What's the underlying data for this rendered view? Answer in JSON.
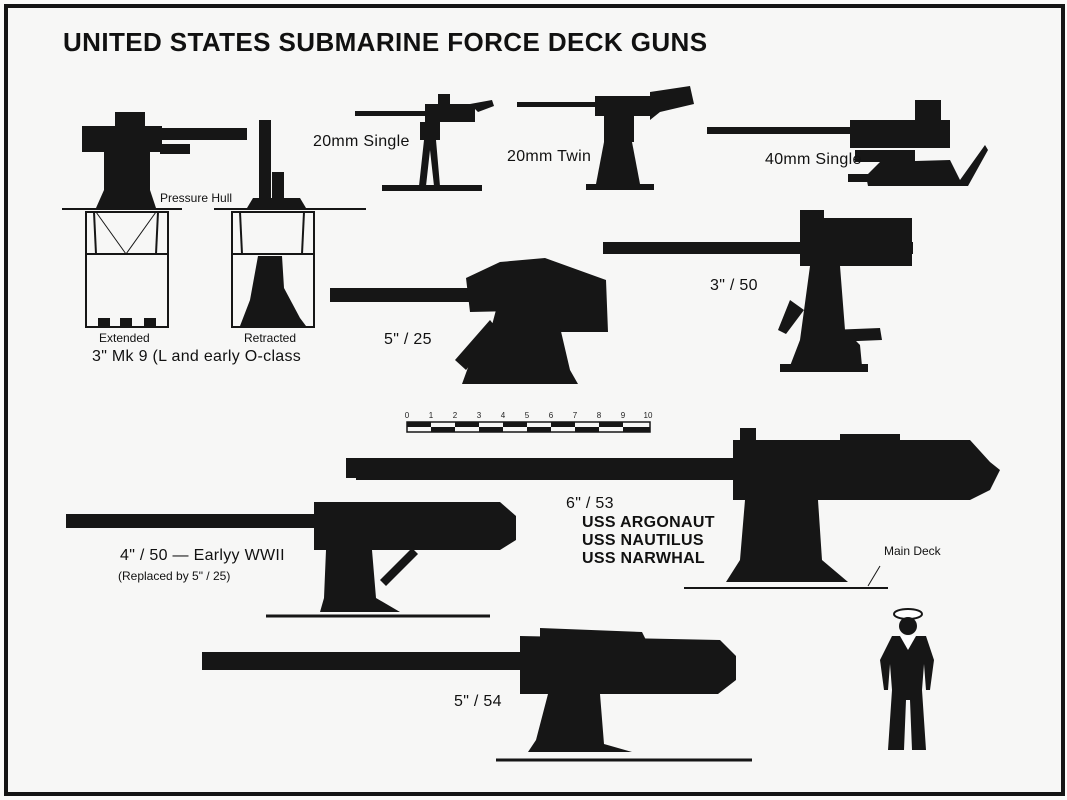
{
  "title": "UNITED STATES SUBMARINE FORCE DECK GUNS",
  "labels": {
    "pressure_hull": "Pressure Hull",
    "extended": "Extended",
    "retracted": "Retracted",
    "mk9": "3\" Mk 9 (L and early O-class",
    "gun_20mm_single": "20mm Single",
    "gun_20mm_twin": "20mm Twin",
    "gun_40mm_single": "40mm Single",
    "gun_3in50": "3\" / 50",
    "gun_5in25": "5\" / 25",
    "gun_6in53": "6\" / 53",
    "boats": [
      "USS ARGONAUT",
      "USS NAUTILUS",
      "USS NARWHAL"
    ],
    "gun_4in50": "4\" / 50 — Earlyy WWII",
    "gun_4in50_note": "(Replaced by 5\" / 25)",
    "main_deck": "Main Deck",
    "gun_5in54": "5\" / 54"
  },
  "scale_ticks": [
    "0",
    "1",
    "2",
    "3",
    "4",
    "5",
    "6",
    "7",
    "8",
    "9",
    "10"
  ],
  "colors": {
    "silhouette": "#161616",
    "background": "#f7f7f6",
    "frame": "#151515"
  },
  "icons": [
    "sailor-figure"
  ]
}
